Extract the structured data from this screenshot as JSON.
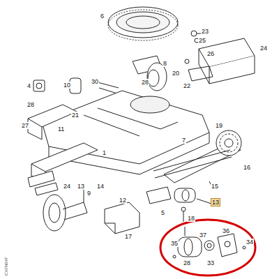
{
  "diagram": {
    "labels": [
      "6",
      "23",
      "25",
      "26",
      "24",
      "8",
      "28",
      "20",
      "22",
      "4",
      "10",
      "30",
      "28",
      "21",
      "27",
      "11",
      "7",
      "19",
      "1",
      "16",
      "24",
      "13",
      "14",
      "9",
      "12",
      "17",
      "15",
      "18",
      "13",
      "5",
      "35",
      "37",
      "36",
      "28",
      "34",
      "33",
      "CXFN04T"
    ]
  }
}
